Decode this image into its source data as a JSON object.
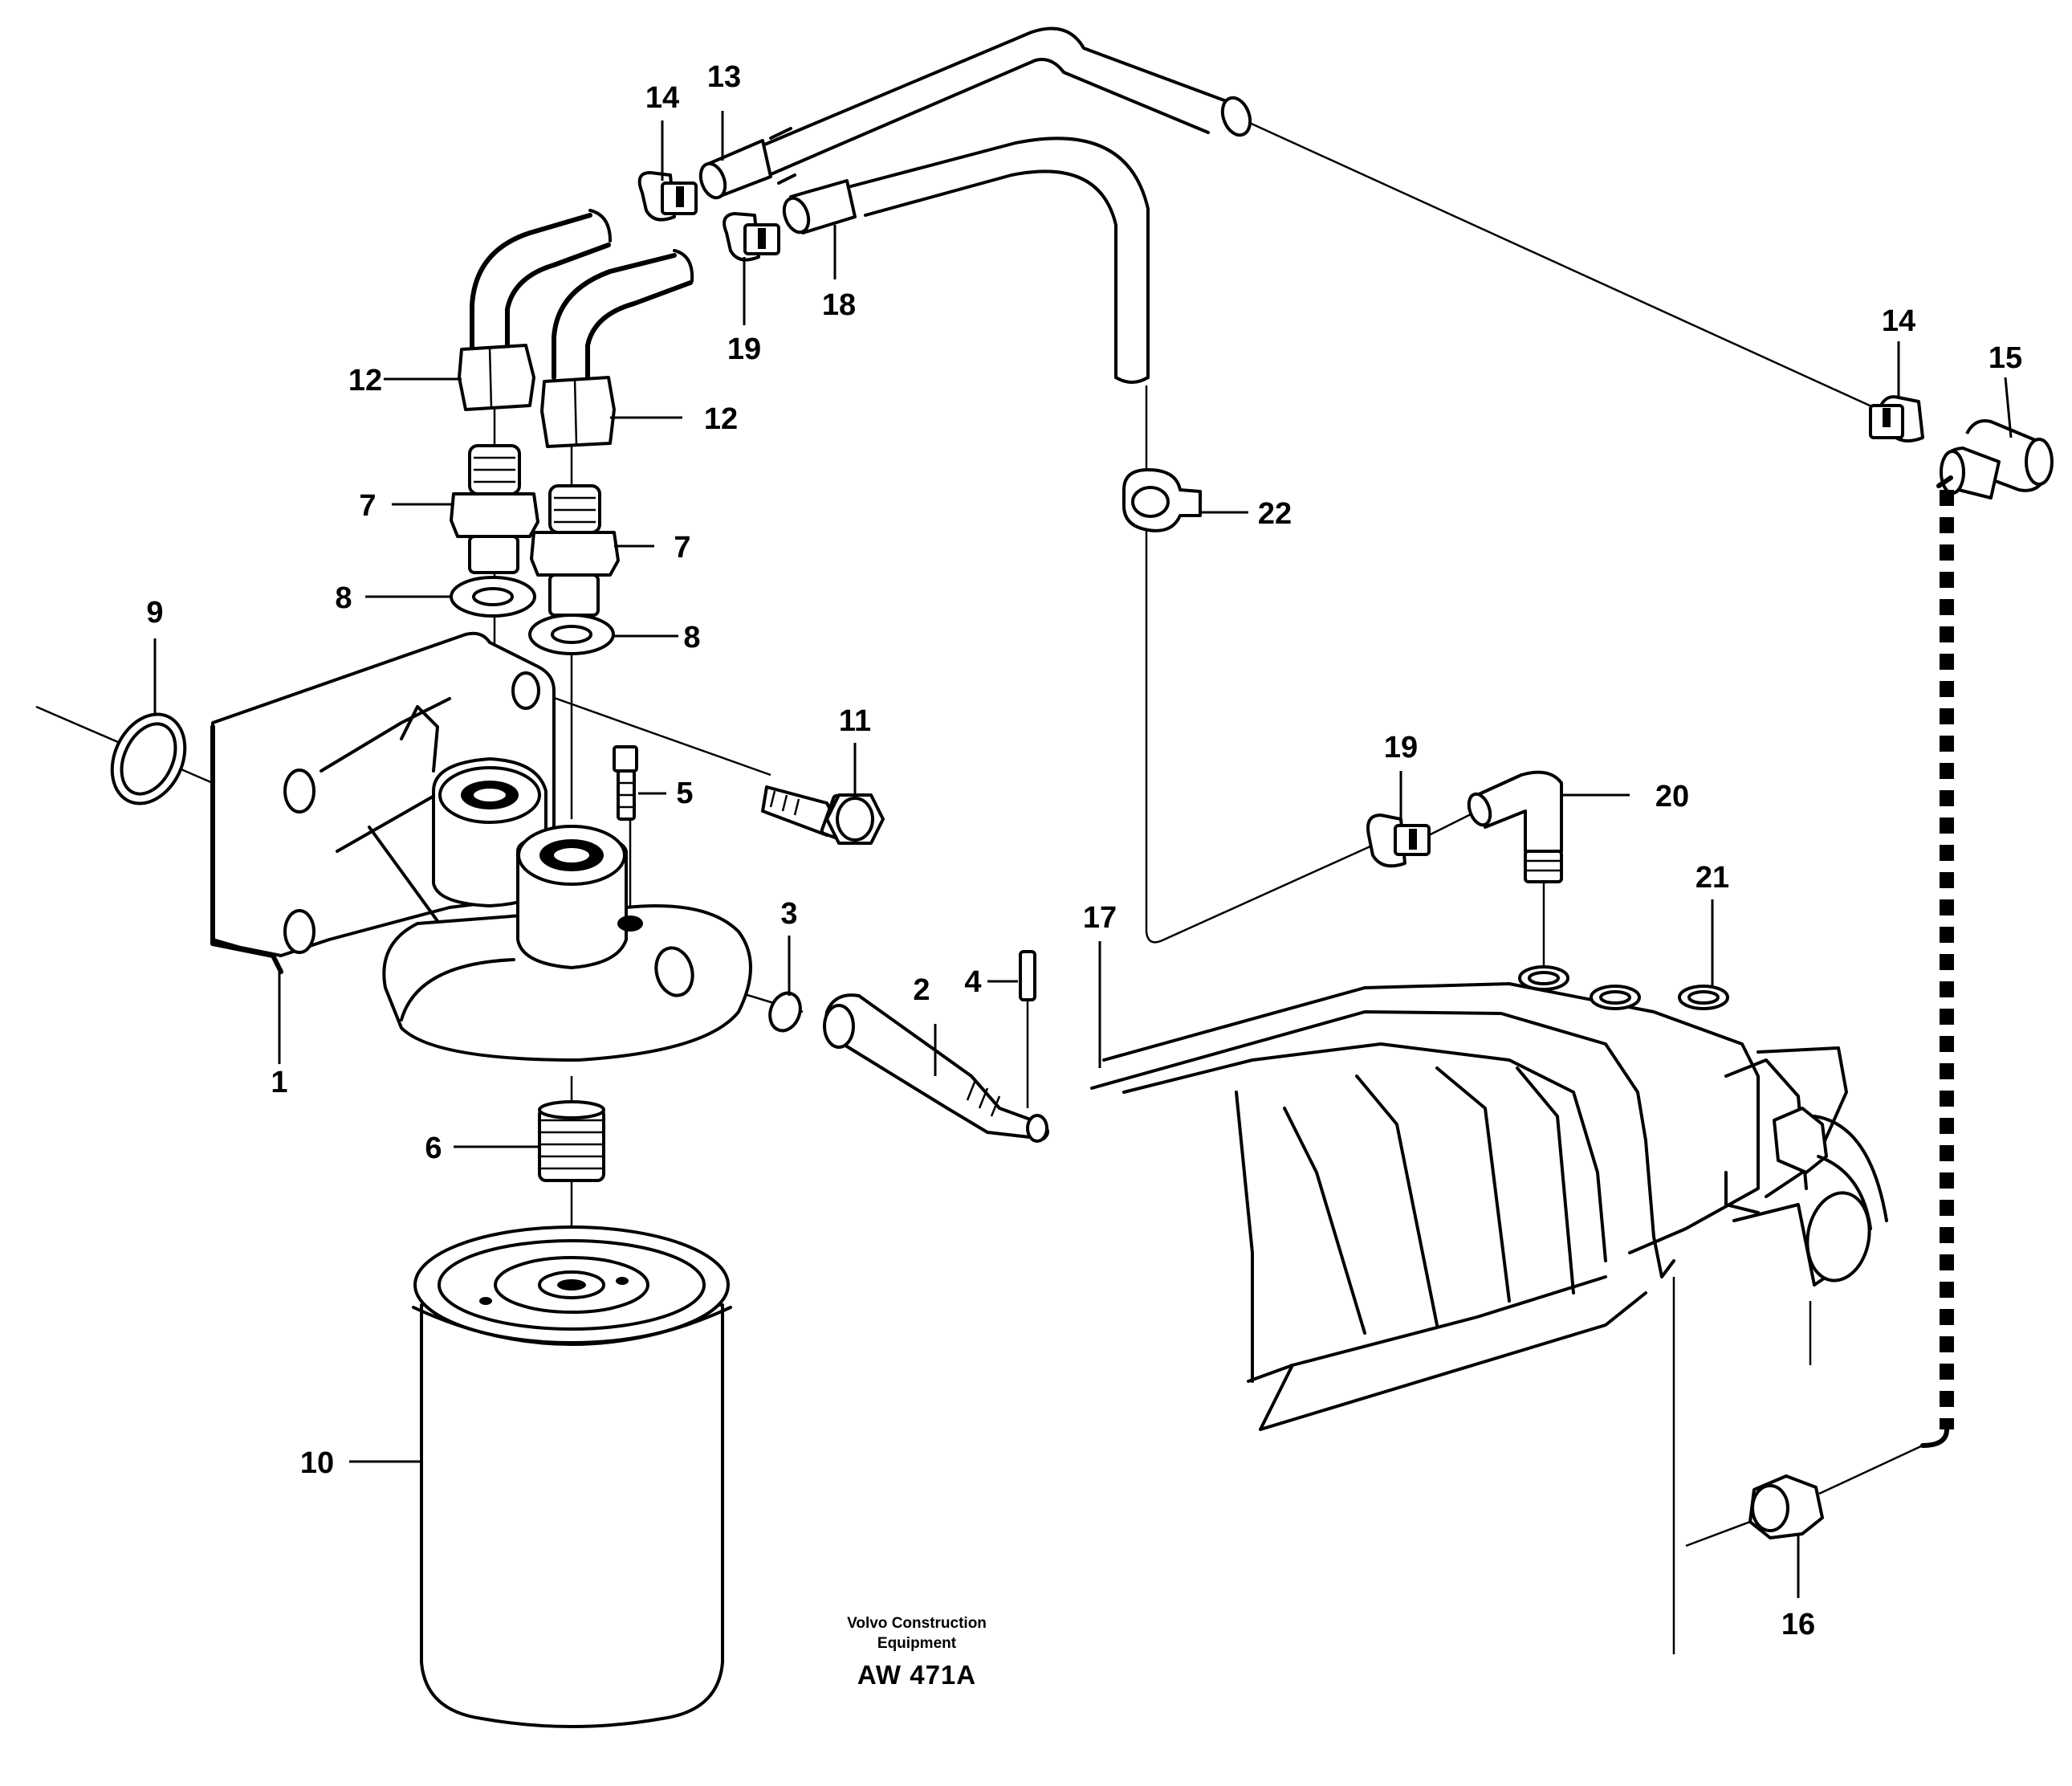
{
  "diagram": {
    "callouts": [
      "1",
      "2",
      "3",
      "4",
      "5",
      "6",
      "7",
      "7",
      "8",
      "8",
      "9",
      "10",
      "11",
      "12",
      "12",
      "13",
      "14",
      "14",
      "15",
      "16",
      "17",
      "18",
      "19",
      "19",
      "20",
      "21",
      "22"
    ],
    "credit_line1": "Volvo Construction",
    "credit_line2": "Equipment",
    "drawing_code": "AW 471A"
  }
}
